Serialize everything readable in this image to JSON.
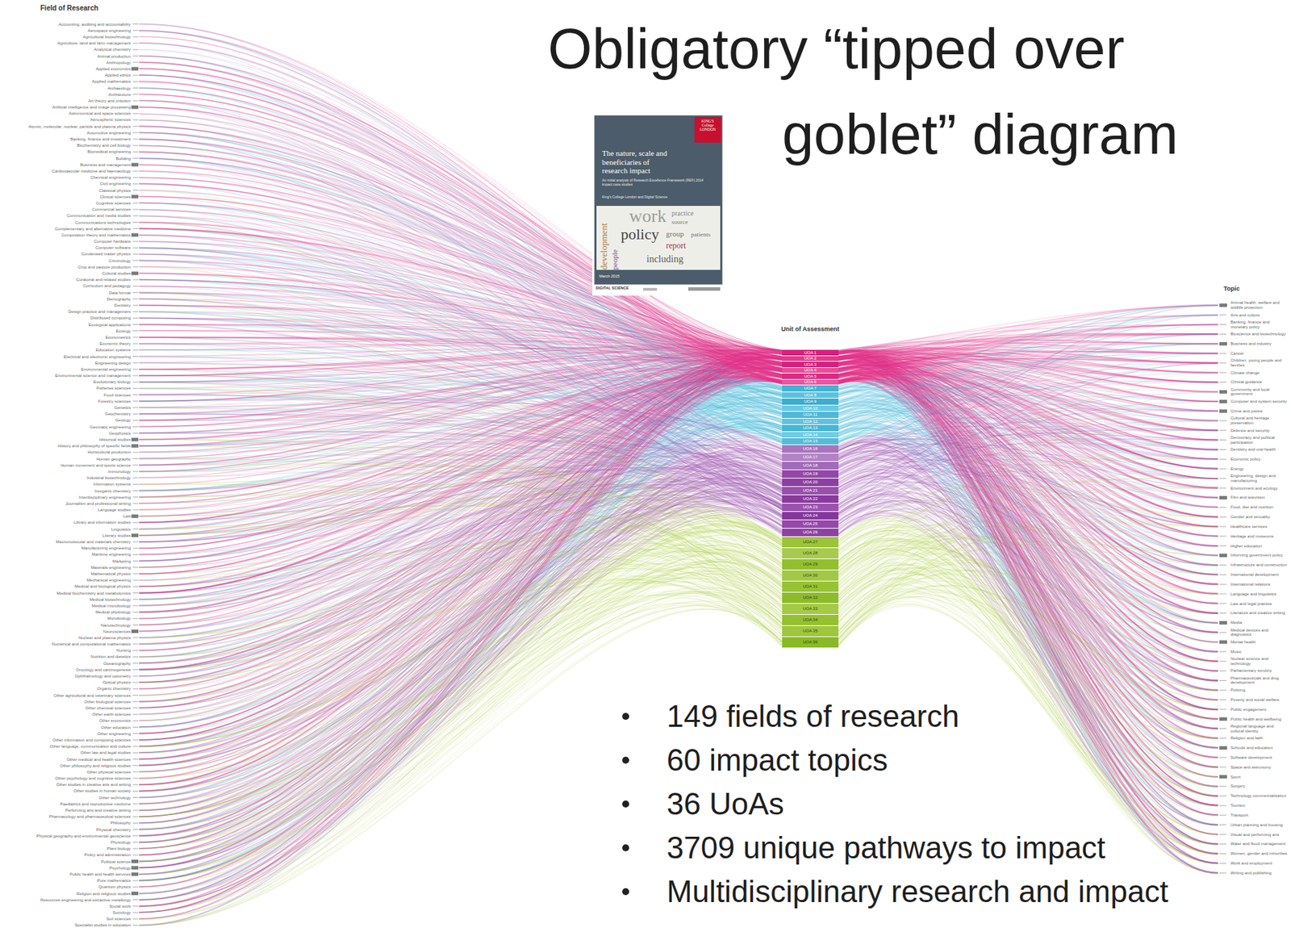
{
  "diagram": {
    "title": "Obligatory “tipped over goblet” diagram",
    "nodes": [
      {
        "text": [
          "UOA 1"
        ]
      },
      {
        "text": [
          "UOA 2"
        ]
      },
      {
        "text": [
          "UOA 3"
        ]
      },
      {
        "text": [
          "UOA 4"
        ]
      },
      {
        "text": [
          "UOA 5"
        ]
      },
      {
        "text": [
          "UOA 6"
        ]
      },
      {
        "text": [
          "UOA 7"
        ]
      },
      {
        "text": [
          "UOA 8"
        ]
      },
      {
        "text": [
          "UOA 9"
        ]
      },
      {
        "text": [
          "UOA 10"
        ]
      },
      {
        "text": [
          "UOA 11"
        ]
      },
      {
        "text": [
          "UOA 12"
        ]
      },
      {
        "text": [
          "UOA 13"
        ]
      },
      {
        "text": [
          "UOA 14"
        ]
      },
      {
        "text": [
          "UOA 15"
        ]
      },
      {
        "text": [
          "UOA 16"
        ]
      },
      {
        "text": [
          "UOA 17"
        ]
      },
      {
        "text": [
          "UOA 18"
        ]
      },
      {
        "text": [
          "UOA 19"
        ]
      },
      {
        "text": [
          "UOA 20"
        ]
      },
      {
        "text": [
          "UOA 21"
        ]
      },
      {
        "text": [
          "UOA 22"
        ]
      },
      {
        "text": [
          "UOA 23"
        ]
      },
      {
        "text": [
          "UOA 24"
        ]
      },
      {
        "text": [
          "UOA 25"
        ]
      },
      {
        "text": [
          "UOA 26"
        ]
      },
      {
        "text": [
          "UOA 27"
        ]
      },
      {
        "text": [
          "UOA 28"
        ]
      },
      {
        "text": [
          "UOA 29"
        ]
      },
      {
        "text": [
          "UOA 30"
        ]
      },
      {
        "text": [
          "UOA 31"
        ]
      },
      {
        "text": [
          "UOA 32"
        ]
      },
      {
        "text": [
          "UOA 33"
        ]
      },
      {
        "text": [
          "UOA 34"
        ]
      },
      {
        "text": [
          "UOA 35"
        ]
      },
      {
        "text": [
          "UOA 36"
        ]
      }
    ],
    "labels": [
      "KING'S College LONDON",
      "The nature, scale and beneficiaries of research impact",
      "An initial analysis of Research Excellence Framework (REF) 2014 impact case studies",
      "King's College London and Digital Science",
      "work",
      "policy",
      "group",
      "practice",
      "source",
      "report",
      "patients",
      "including",
      "development",
      "people",
      "March 2015",
      "DIGITAL SCIENCE",
      "Field of Research",
      "Accounting, auditing and accountability",
      "Aerospace engineering",
      "Agricultural biotechnology",
      "Agriculture, land and farm management",
      "Analytical chemistry",
      "Animal production",
      "Anthropology",
      "Applied economics",
      "Applied ethics",
      "Applied mathematics",
      "Archaeology",
      "Architecture",
      "Art theory and criticism",
      "Artificial intelligence and image processing",
      "Astronomical and space sciences",
      "Atmospheric sciences",
      "Atomic, molecular, nuclear, particle and plasma physics",
      "Automotive engineering",
      "Banking, finance and investment",
      "Biochemistry and cell biology",
      "Biomedical engineering",
      "Building",
      "Business and management",
      "Cardiovascular medicine and haematology",
      "Chemical engineering",
      "Civil engineering",
      "Classical physics",
      "Clinical sciences",
      "Cognitive sciences",
      "Commercial services",
      "Communication and media studies",
      "Communications technologies",
      "Complementary and alternative medicine",
      "Computation theory and mathematics",
      "Computer hardware",
      "Computer software",
      "Condensed matter physics",
      "Criminology",
      "Crop and pasture production",
      "Cultural studies",
      "Curatorial and related studies",
      "Curriculum and pedagogy",
      "Data format",
      "Demography",
      "Dentistry",
      "Design practice and management",
      "Distributed computing",
      "Ecological applications",
      "Ecology",
      "Econometrics",
      "Economic theory",
      "Education systems",
      "Electrical and electronic engineering",
      "Engineering design",
      "Environmental engineering",
      "Environmental science and management",
      "Evolutionary biology",
      "Fisheries sciences",
      "Food sciences",
      "Forestry sciences",
      "Genetics",
      "Geochemistry",
      "Geology",
      "Geomatic engineering",
      "Geophysics",
      "Historical studies",
      "History and philosophy of specific fields",
      "Horticultural production",
      "Human geography",
      "Human movement and sports science",
      "Immunology",
      "Industrial biotechnology",
      "Information systems",
      "Inorganic chemistry",
      "Interdisciplinary engineering",
      "Journalism and professional writing",
      "Language studies",
      "Law",
      "Library and information studies",
      "Linguistics",
      "Literary studies",
      "Macromolecular and materials chemistry",
      "Manufacturing engineering",
      "Maritime engineering",
      "Marketing",
      "Materials engineering",
      "Mathematical physics",
      "Mechanical engineering",
      "Medical and biological physics",
      "Medical biochemistry and metabolomics",
      "Medical biotechnology",
      "Medical microbiology",
      "Medical physiology",
      "Microbiology",
      "Nanotechnology",
      "Neurosciences",
      "Nuclear and plasma physics",
      "Numerical and computational mathematics",
      "Nursing",
      "Nutrition and dietetics",
      "Oceanography",
      "Oncology and carcinogenesis",
      "Ophthalmology and optometry",
      "Optical physics",
      "Organic chemistry",
      "Other agricultural and veterinary sciences",
      "Other biological sciences",
      "Other chemical sciences",
      "Other earth sciences",
      "Other economics",
      "Other education",
      "Other engineering",
      "Other information and computing sciences",
      "Other language, communication and culture",
      "Other law and legal studies",
      "Other medical and health sciences",
      "Other philosophy and religious studies",
      "Other physical sciences",
      "Other psychology and cognitive sciences",
      "Other studies in creative arts and writing",
      "Other studies in human society",
      "Other technology",
      "Paediatrics and reproductive medicine",
      "Performing arts and creative writing",
      "Pharmacology and pharmaceutical sciences",
      "Philosophy",
      "Physical chemistry",
      "Physical geography and environmental geoscience",
      "Physiology",
      "Plant biology",
      "Policy and administration",
      "Political science",
      "Psychology",
      "Public health and health services",
      "Pure mathematics",
      "Quantum physics",
      "Religion and religious studies",
      "Resources engineering and extractive metallurgy",
      "Social work",
      "Sociology",
      "Soil sciences",
      "Specialist studies in education",
      "Unit of Assessment",
      "Topic",
      "Animal health, welfare and wildlife protection",
      "Arts and culture",
      "Banking, finance and monetary policy",
      "Bioscience and biotechnology",
      "Business and industry",
      "Cancer",
      "Children, young people and families",
      "Climate change",
      "Clinical guidance",
      "Community and local government",
      "Computer and system security",
      "Crime and justice",
      "Cultural and heritage preservation",
      "Defence and security",
      "Democracy and political participation",
      "Dentistry and oral health",
      "Economic policy",
      "Energy",
      "Engineering, design and manufacturing",
      "Environment and ecology",
      "Film and television",
      "Food, diet and nutrition",
      "Gender and sexuality",
      "Healthcare services",
      "Heritage and museums",
      "Higher education",
      "Informing government policy",
      "Infrastructure and construction",
      "International development",
      "International relations",
      "Language and linguistics",
      "Law and legal practice",
      "Literature and creative writing",
      "Media",
      "Medical devices and diagnostics",
      "Mental health",
      "Music",
      "Nuclear science and technology",
      "Parliamentary scrutiny",
      "Pharmaceuticals and drug development",
      "Policing",
      "Poverty and social welfare",
      "Public engagement",
      "Public health and wellbeing",
      "Regional language and cultural identity",
      "Religion and faith",
      "Schools and education",
      "Software development",
      "Space and astronomy",
      "Sport",
      "Surgery",
      "Technology commercialisation",
      "Tourism",
      "Transport",
      "Urban planning and housing",
      "Visual and performing arts",
      "Water and flood management",
      "Women, gender and minorities",
      "Work and employment",
      "Writing and publishing",
      "149 fields of research",
      "60 impact topics",
      "36 UoAs",
      "3709 unique pathways to impact",
      "Multidisciplinary research and impact"
    ]
  }
}
